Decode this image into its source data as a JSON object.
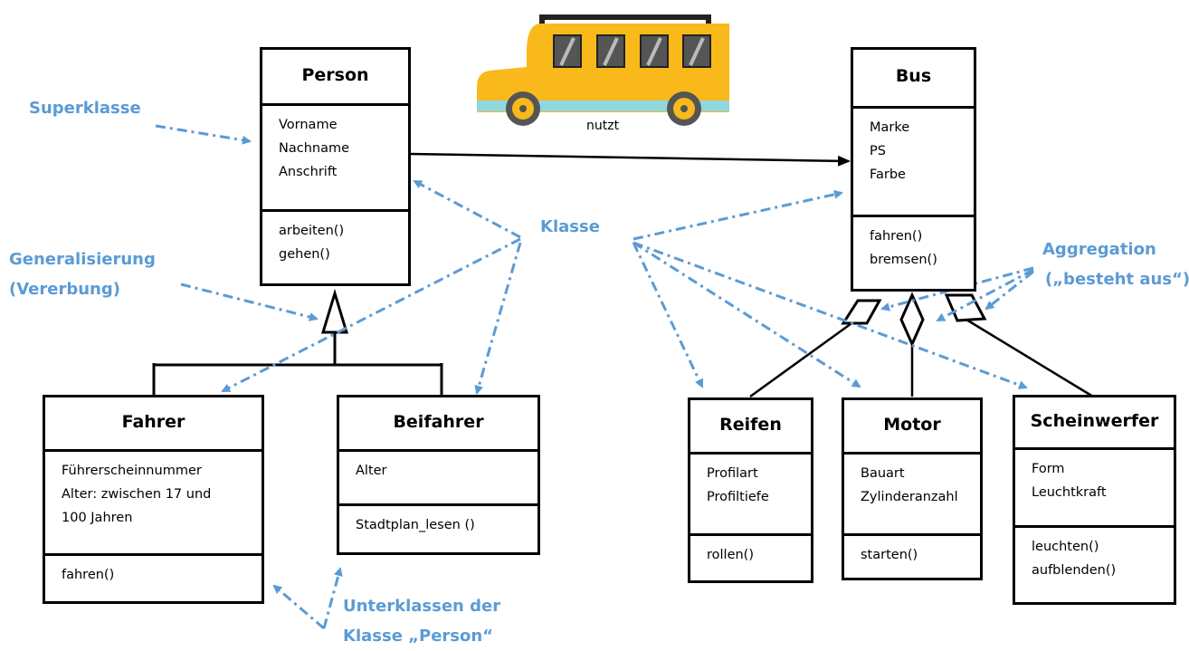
{
  "classes": {
    "person": {
      "name": "Person",
      "attributes": [
        "Vorname",
        "Nachname",
        "Anschrift"
      ],
      "operations": [
        "arbeiten()",
        "gehen()"
      ]
    },
    "fahrer": {
      "name": "Fahrer",
      "attributes": [
        "Führerscheinnummer",
        "Alter: zwischen 17 und",
        "100 Jahren"
      ],
      "operations": [
        "fahren()"
      ]
    },
    "beifahrer": {
      "name": "Beifahrer",
      "attributes": [
        "Alter"
      ],
      "operations": [
        "Stadtplan_lesen ()"
      ]
    },
    "bus": {
      "name": "Bus",
      "attributes": [
        "Marke",
        "PS",
        "Farbe"
      ],
      "operations": [
        "fahren()",
        "bremsen()"
      ]
    },
    "reifen": {
      "name": "Reifen",
      "attributes": [
        "Profilart",
        "Profiltiefe"
      ],
      "operations": [
        "rollen()"
      ]
    },
    "motor": {
      "name": "Motor",
      "attributes": [
        "Bauart",
        "Zylinderanzahl"
      ],
      "operations": [
        "starten()"
      ]
    },
    "scheinwerfer": {
      "name": "Scheinwerfer",
      "attributes": [
        "Form",
        "Leuchtkraft"
      ],
      "operations": [
        "leuchten()",
        "aufblenden()"
      ]
    }
  },
  "association_label": "nutzt",
  "annotations": {
    "superklasse": [
      "Superklasse"
    ],
    "generalisierung": [
      "Generalisierung",
      "(Vererbung)"
    ],
    "klasse": [
      "Klasse"
    ],
    "aggregation": [
      "Aggregation",
      "(„besteht aus“)"
    ],
    "unterklassen": [
      "Unterklassen der",
      "Klasse „Person“"
    ]
  },
  "colors": {
    "annotation": "#5b9bd5",
    "bus_body": "#f9b91a",
    "bus_stripe": "#8fd8e0",
    "lines": "#000000"
  },
  "icons": {
    "bus": "school-bus-icon"
  }
}
